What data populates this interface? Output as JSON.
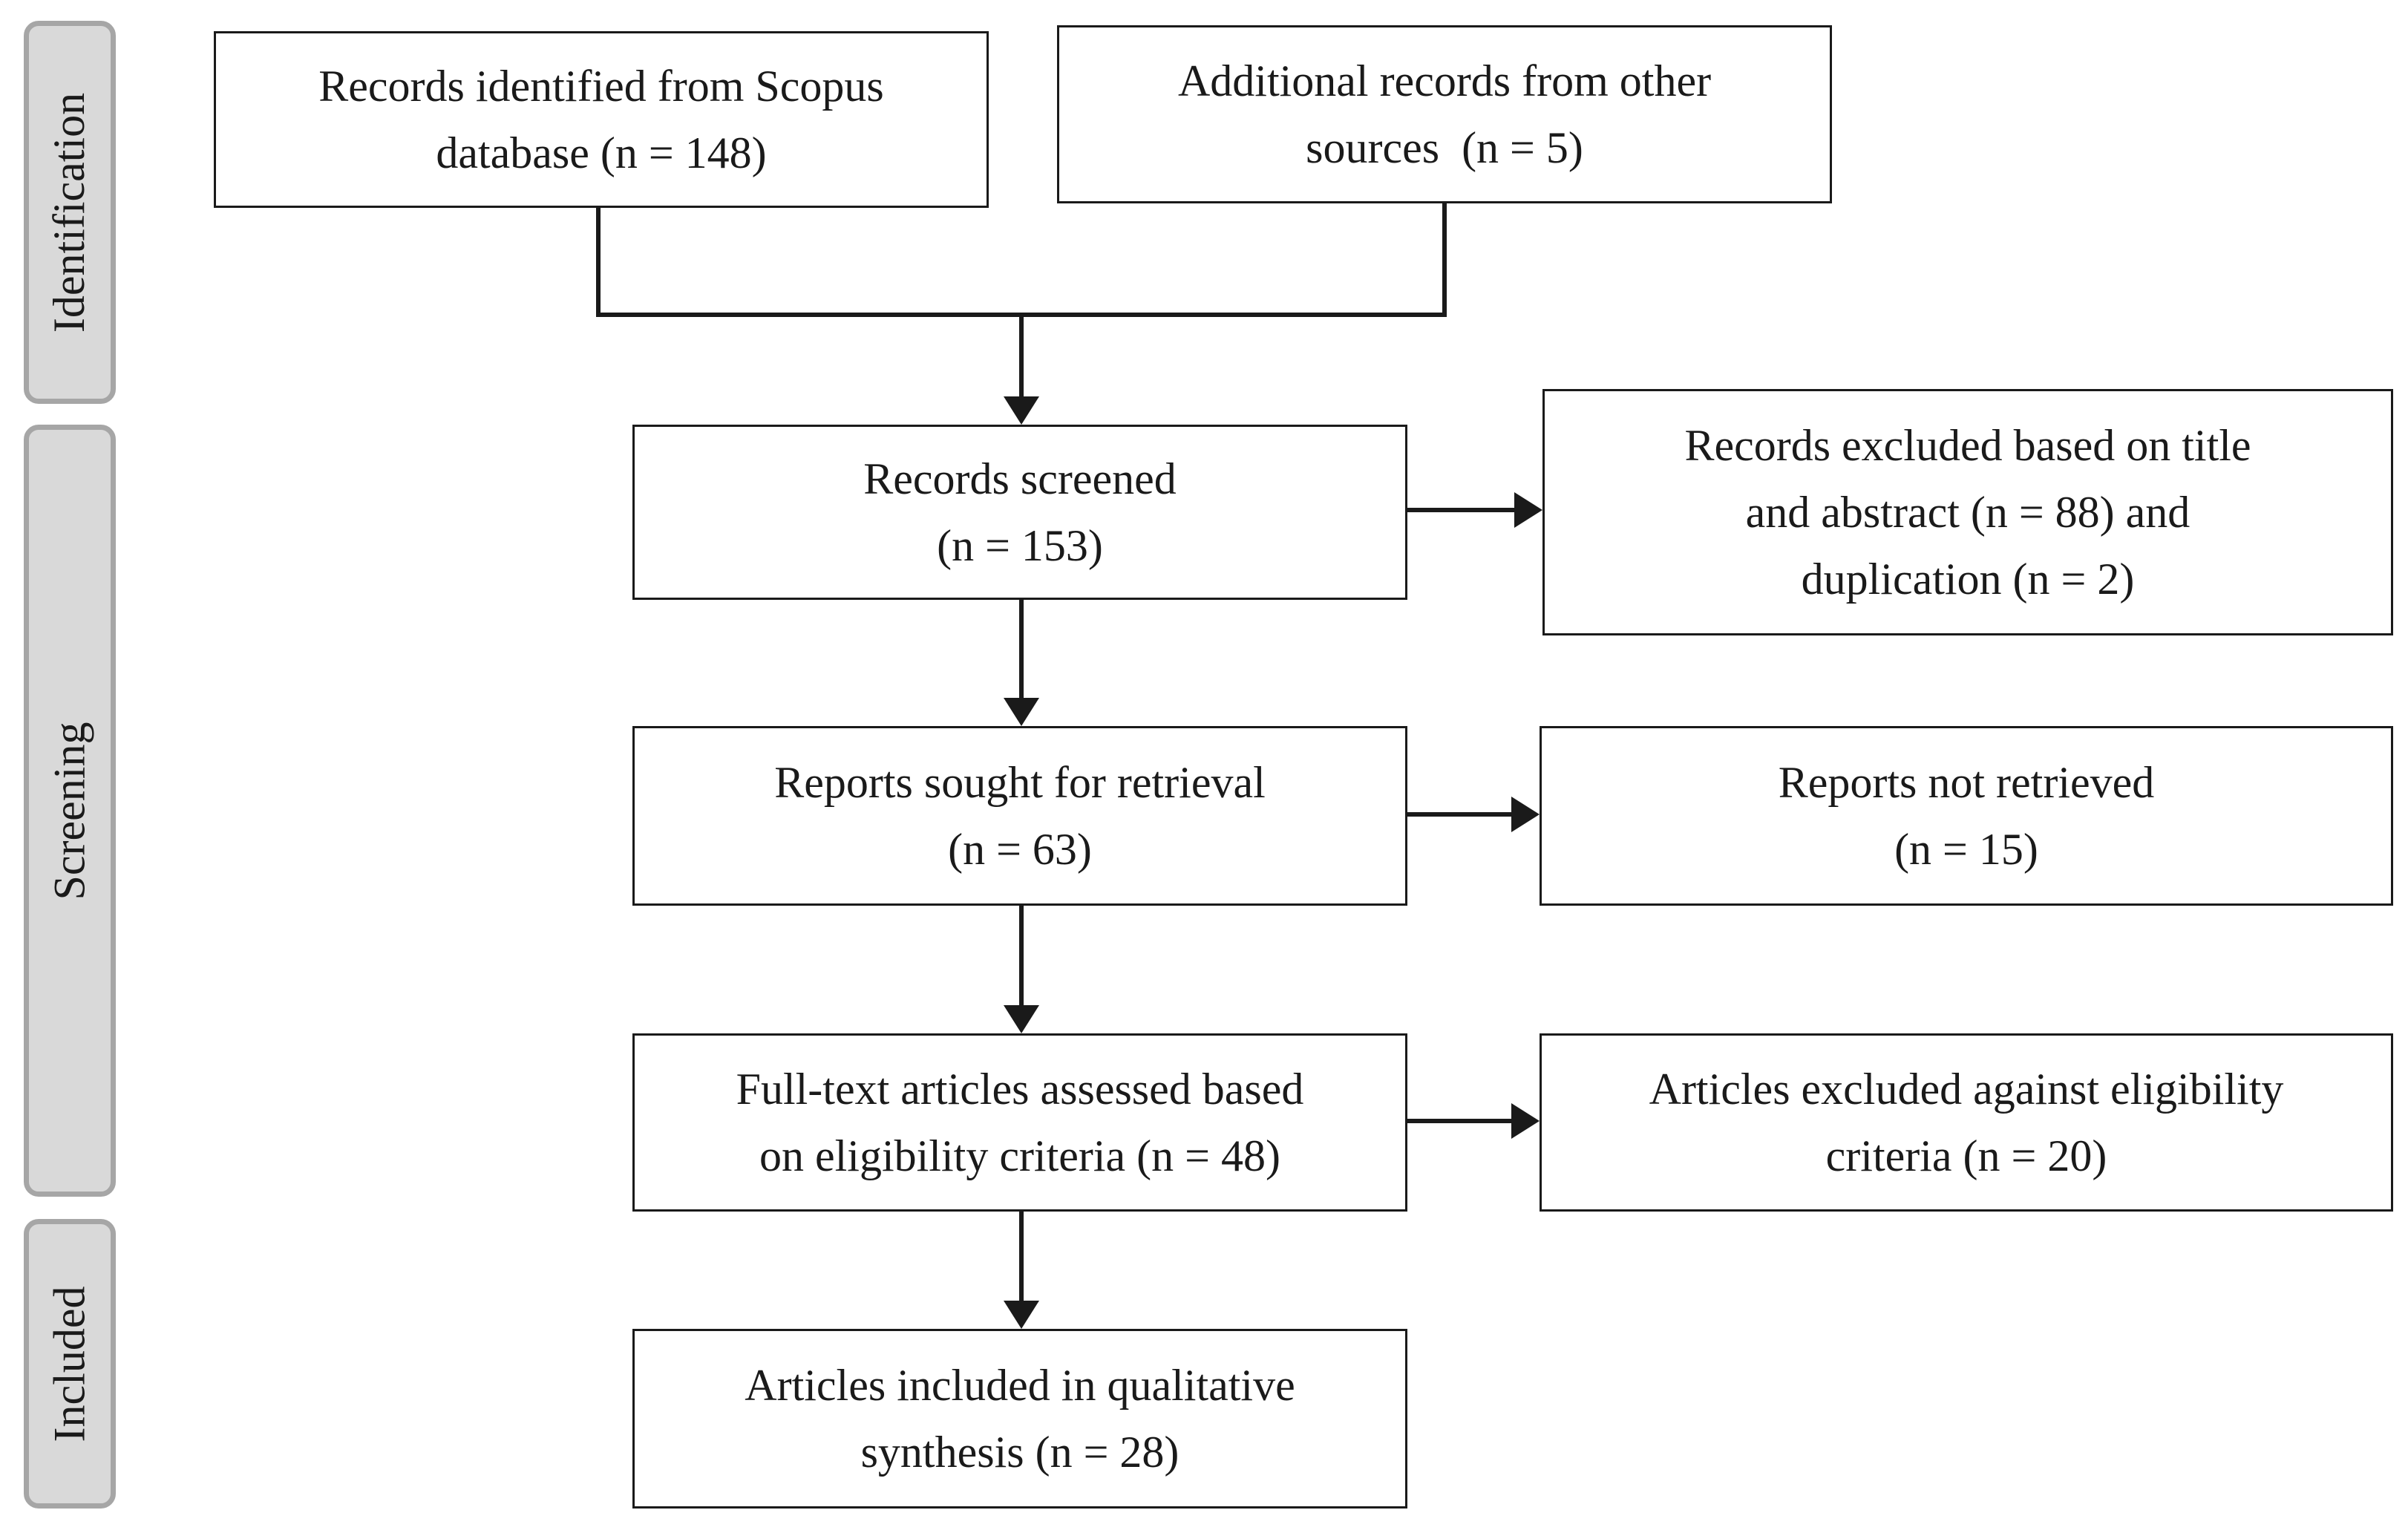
{
  "stages": {
    "identification": "Identification",
    "screening": "Screening",
    "included": "Included"
  },
  "boxes": {
    "scopus_records": [
      "Records identified from Scopus",
      "database (n = 148)"
    ],
    "other_records": [
      "Additional records from other",
      "sources  (n = 5)"
    ],
    "records_screened": [
      "Records screened",
      "(n = 153)"
    ],
    "records_excluded": [
      "Records excluded based on title",
      "and abstract (n = 88) and",
      "duplication (n = 2)"
    ],
    "reports_sought": [
      "Reports sought for retrieval",
      "(n = 63)"
    ],
    "reports_not_retrieved": [
      "Reports not retrieved",
      "(n = 15)"
    ],
    "fulltext_assessed": [
      "Full-text articles assessed based",
      "on eligibility criteria (n = 48)"
    ],
    "articles_excluded": [
      "Articles excluded against eligibility",
      "criteria (n = 20)"
    ],
    "articles_included": [
      "Articles included in qualitative",
      "synthesis (n = 28)"
    ]
  }
}
